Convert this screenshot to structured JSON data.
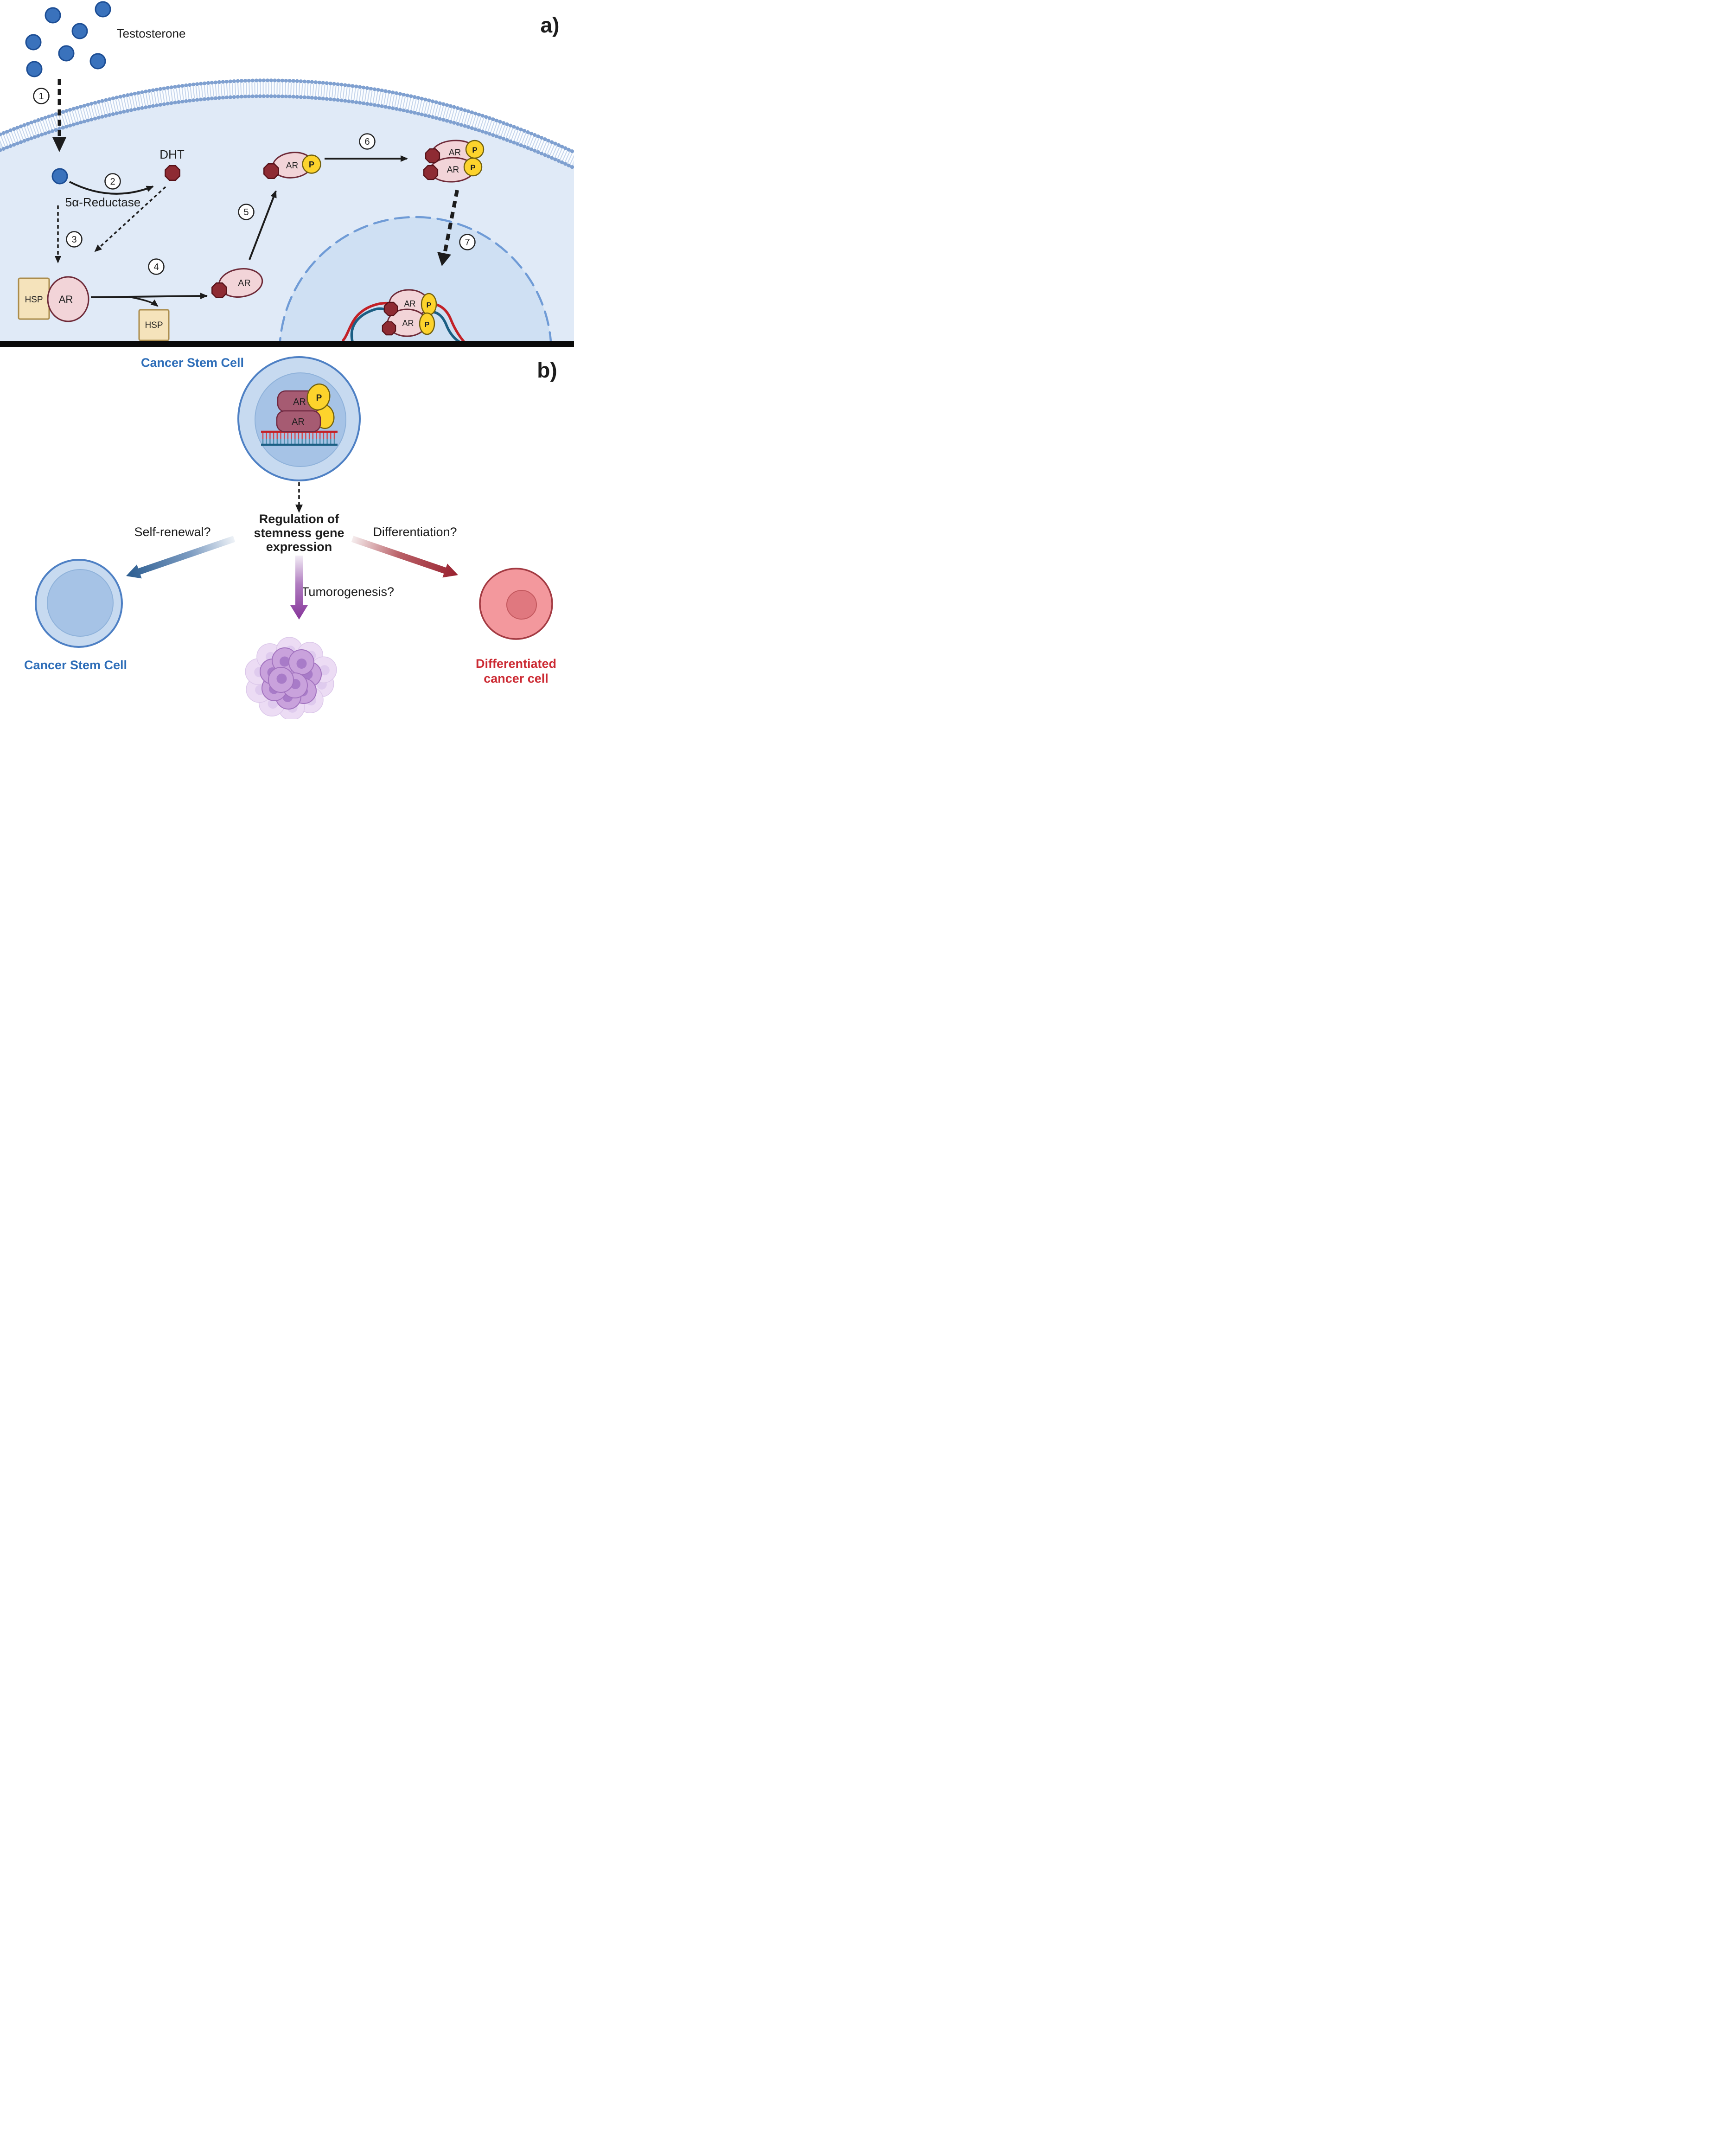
{
  "figure": {
    "panel_a_label": "a)",
    "panel_b_label": "b)"
  },
  "panel_a": {
    "testosterone": "Testosterone",
    "dht": "DHT",
    "enzyme": "5α-Reductase",
    "hsp": "HSP",
    "ar": "AR",
    "p": "P",
    "steps": [
      "1",
      "2",
      "3",
      "4",
      "5",
      "6",
      "7"
    ]
  },
  "panel_b": {
    "cancer_stem_cell_top": "Cancer Stem Cell",
    "ar": "AR",
    "p": "P",
    "regulation_line1": "Regulation of",
    "regulation_line2": "stemness gene",
    "regulation_line3": "expression",
    "self_renewal": "Self-renewal?",
    "differentiation": "Differentiation?",
    "tumorogenesis": "Tumorogenesis?",
    "cancer_stem_cell_bottom": "Cancer Stem Cell",
    "differentiated_line1": "Differentiated",
    "differentiated_line2": "cancer cell"
  },
  "colors": {
    "testosterone_fill": "#3a72bc",
    "testosterone_border": "#1c4d94",
    "dht_fill": "#8e2b33",
    "dht_border": "#571219",
    "ar_fill": "#f2d4d8",
    "ar_border": "#6e2a38",
    "hsp_fill": "#f5e3bb",
    "hsp_border": "#ab8c4b",
    "phosphate_fill": "#fdd32c",
    "phosphate_border": "#72610e",
    "cytoplasm": "#e0eaf7",
    "nucleus_fill": "#cfe0f3",
    "nucleus_border": "#6f9bd6",
    "membrane_dots": "#7fa0d0",
    "csc_outer": "#c7daf0",
    "csc_border": "#4e80c4",
    "csc_nucleus": "#a6c3e6",
    "csc_ar_fill": "#a65b72",
    "csc_ar_border": "#6f2840",
    "dna_red": "#c32127",
    "dna_blue": "#1b5e83",
    "dna_red_tick": "#d4494f",
    "dna_blue_tick": "#4f8fae",
    "self_renewal_arrow": "#2a5c90",
    "differentiation_arrow": "#99212f",
    "tumorogenesis_arrow": "#86359a",
    "tumor_cell": "#c9a2dc",
    "tumor_cell_border": "#a273bf",
    "tumor_nucleus": "#a87bc8",
    "tumor_cell_outer": "#ecdcf4",
    "tumor_cell_outer_border": "#dcc8ea",
    "tumor_nucleus_outer": "#dfcbee",
    "diff_cell_fill": "#f3989d",
    "diff_cell_border": "#a33a42",
    "diff_nucleus_fill": "#e0787f",
    "diff_nucleus_border": "#c4595f",
    "divider": "#0a0a0a"
  }
}
